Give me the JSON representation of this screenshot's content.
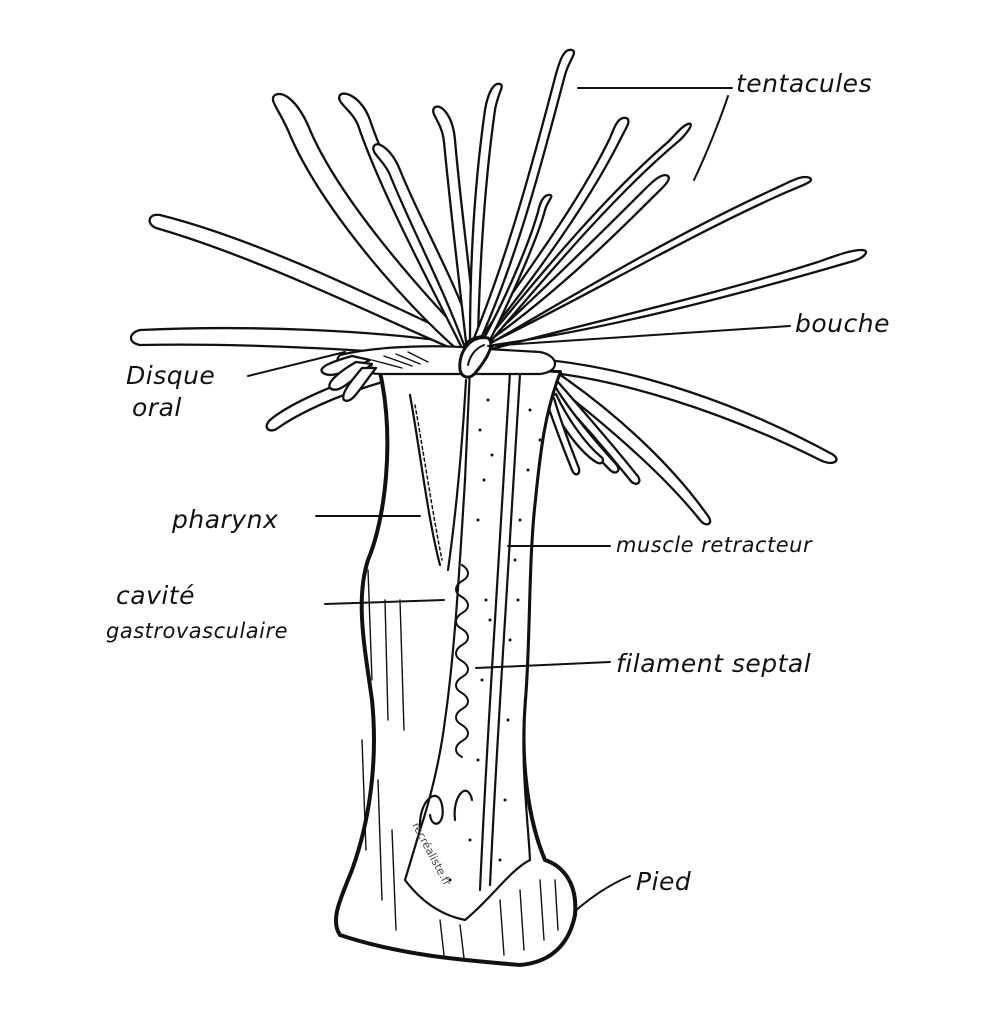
{
  "labels": {
    "tentacules": "tentacules",
    "bouche": "bouche",
    "disque_line1": "Disque",
    "disque_line2": "oral",
    "pharynx": "pharynx",
    "cavite_line1": "cavité",
    "cavite_line2": "gastrovasculaire",
    "muscle": "muscle retracteur",
    "filament": "filament septal",
    "pied": "Pied"
  },
  "watermark": "recréaliste.fr",
  "colors": {
    "ink": "#111111",
    "background": "#ffffff"
  }
}
